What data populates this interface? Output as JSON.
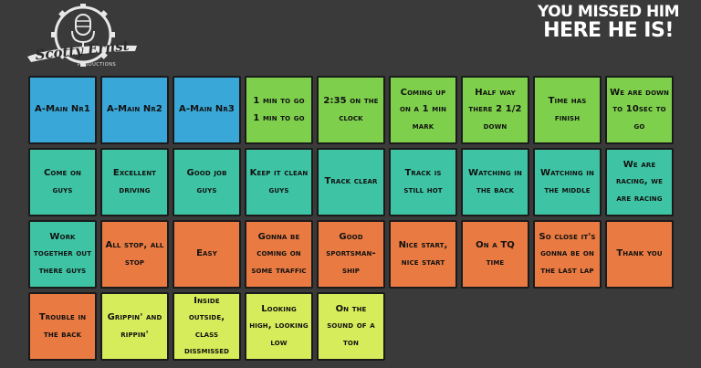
{
  "logo": {
    "name": "Scotty Ernst",
    "sub": "PRODUCTIONS"
  },
  "banner": {
    "line1": "YOU MISSED HIM",
    "line2": "HERE HE IS!"
  },
  "colors": {
    "blue": "#3aa7d9",
    "green": "#7ed04c",
    "teal": "#3ec4a4",
    "orange": "#e87a42",
    "yellow": "#d7ec5a",
    "background": "#3a3a3a"
  },
  "pads": [
    {
      "label": "A-Main Nr1",
      "color": "blue"
    },
    {
      "label": "A-Main Nr2",
      "color": "blue"
    },
    {
      "label": "A-Main Nr3",
      "color": "blue"
    },
    {
      "label": "1 min to go 1 min to go",
      "color": "green"
    },
    {
      "label": "2:35 on the clock",
      "color": "green"
    },
    {
      "label": "Coming up on a 1 min mark",
      "color": "green"
    },
    {
      "label": "Half way there 2 1/2 down",
      "color": "green"
    },
    {
      "label": "Time has finish",
      "color": "green"
    },
    {
      "label": "We are down to 10sec to go",
      "color": "green"
    },
    {
      "label": "Come on guys",
      "color": "teal"
    },
    {
      "label": "Excellent driving",
      "color": "teal"
    },
    {
      "label": "Good job guys",
      "color": "teal"
    },
    {
      "label": "Keep it clean guys",
      "color": "teal"
    },
    {
      "label": "Track clear",
      "color": "teal"
    },
    {
      "label": "Track is still hot",
      "color": "teal"
    },
    {
      "label": "Watching in the back",
      "color": "teal"
    },
    {
      "label": "Watching in the middle",
      "color": "teal"
    },
    {
      "label": "We are racing, we are racing",
      "color": "teal"
    },
    {
      "label": "Work together out there guys",
      "color": "teal"
    },
    {
      "label": "All stop, all stop",
      "color": "orange"
    },
    {
      "label": "Easy",
      "color": "orange"
    },
    {
      "label": "Gonna be coming on some traffic",
      "color": "orange"
    },
    {
      "label": "Good sportsman-ship",
      "color": "orange"
    },
    {
      "label": "Nice start, nice start",
      "color": "orange"
    },
    {
      "label": "On a TQ time",
      "color": "orange"
    },
    {
      "label": "So close it's gonna be on the last lap",
      "color": "orange"
    },
    {
      "label": "Thank you",
      "color": "orange"
    },
    {
      "label": "Trouble in the back",
      "color": "orange"
    },
    {
      "label": "Grippin' and rippin'",
      "color": "yellow"
    },
    {
      "label": "Inside outside, class dissmissed",
      "color": "yellow"
    },
    {
      "label": "Looking high, looking low",
      "color": "yellow"
    },
    {
      "label": "On the sound of a ton",
      "color": "yellow"
    }
  ]
}
